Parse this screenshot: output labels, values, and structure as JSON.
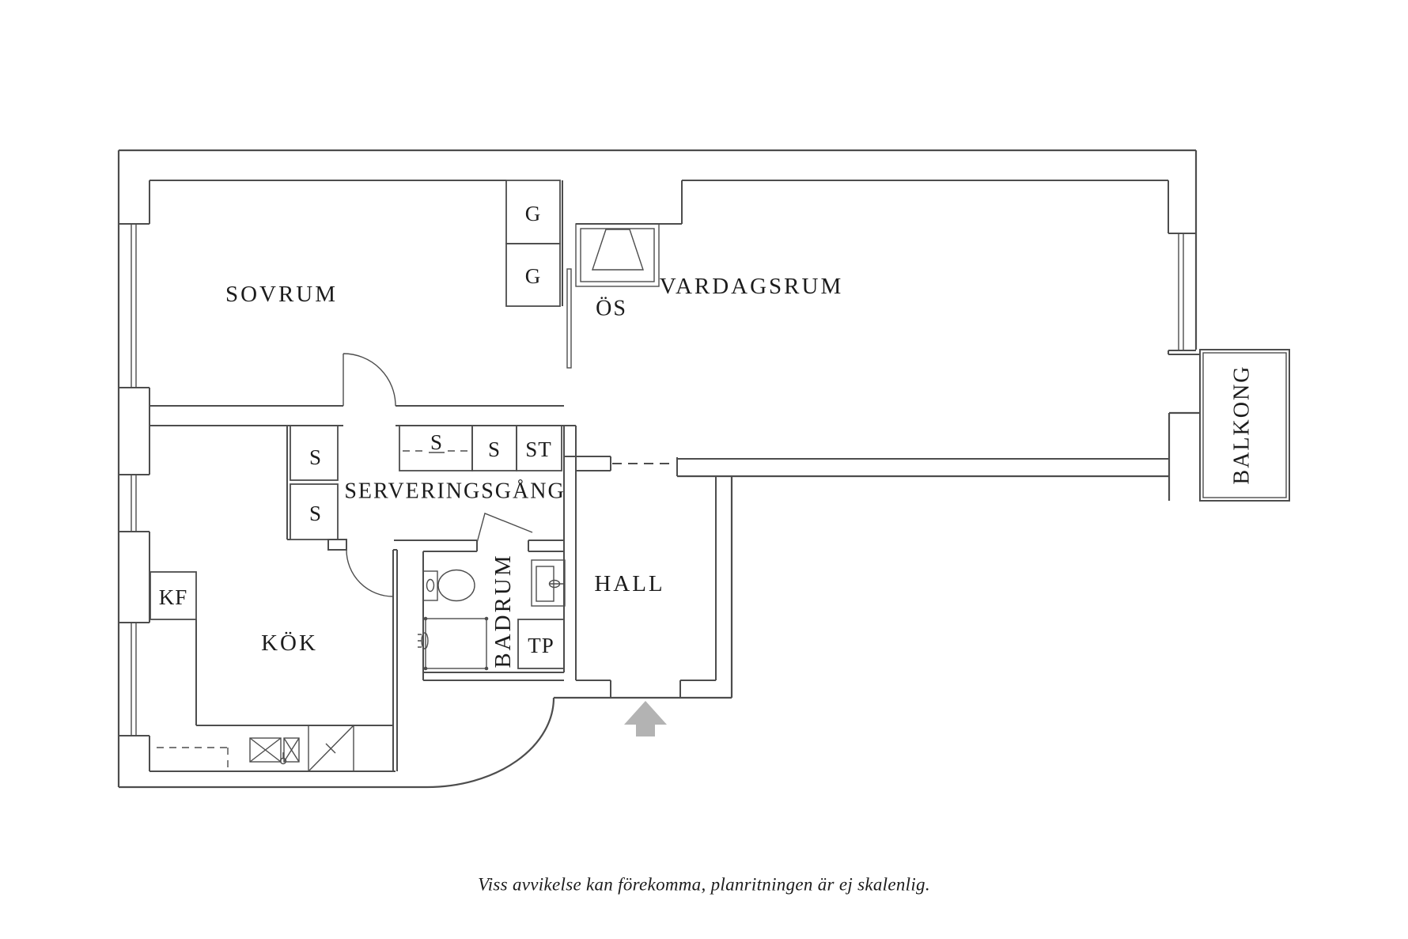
{
  "labels": {
    "sovrum": "SOVRUM",
    "vardagsrum": "VARDAGSRUM",
    "kok": "KÖK",
    "hall": "HALL",
    "serveringsgang": "SERVERINGSGÅNG",
    "badrum": "BADRUM",
    "balkong": "BALKONG",
    "os": "ÖS"
  },
  "closets": {
    "g_upper": "G",
    "g_lower": "G",
    "s_col_upper": "S",
    "s_col_lower": "S",
    "s_row_wide": "S",
    "s_row": "S",
    "st": "ST",
    "kf": "KF",
    "tp": "TP"
  },
  "footer": {
    "note": "Viss avvikelse kan förekomma, planritningen är ej skalenlig."
  },
  "colors": {
    "wall": "#4d4d4d",
    "label": "#1c1c1c",
    "arrow": "#b3b3b3",
    "background": "#ffffff"
  }
}
